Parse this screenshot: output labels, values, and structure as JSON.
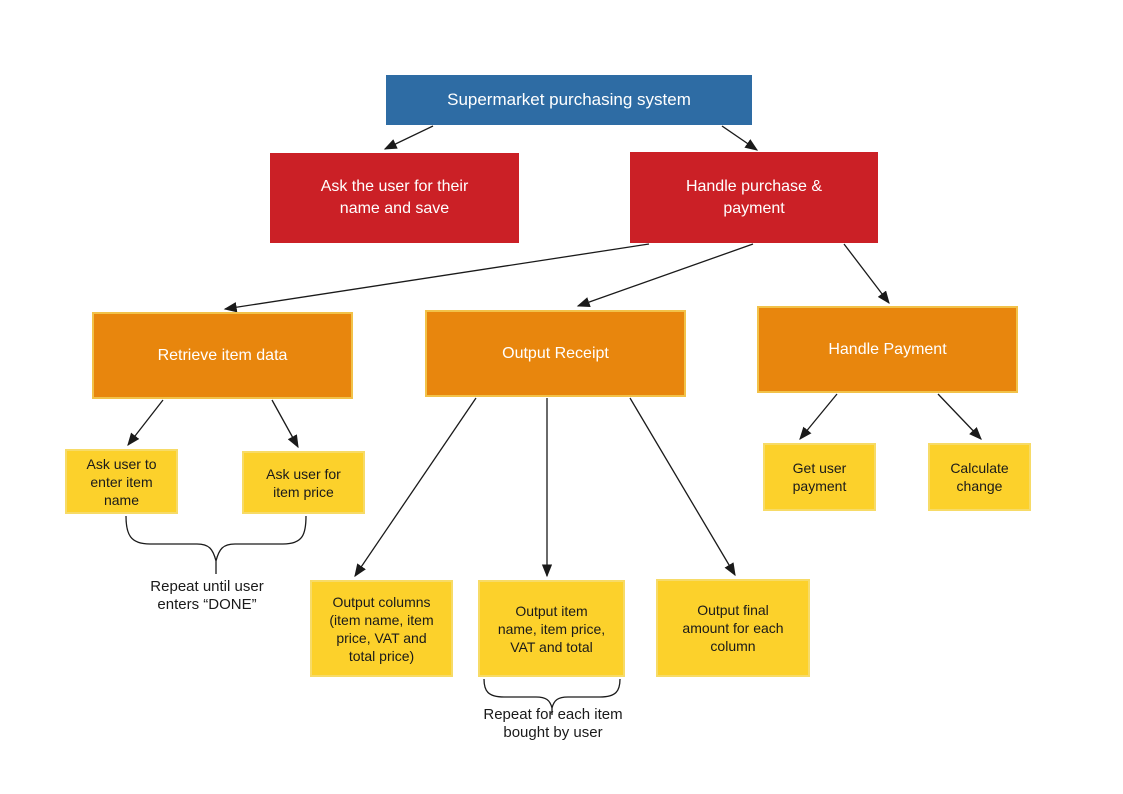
{
  "diagram": {
    "nodes": {
      "root": {
        "label": "Supermarket purchasing system",
        "color": "#2E6CA4"
      },
      "ask_name": {
        "label": "Ask the user for their\nname and save",
        "color": "#CB2026"
      },
      "handle_purchase": {
        "label": "Handle purchase &\npayment",
        "color": "#CB2026"
      },
      "retrieve_item_data": {
        "label": "Retrieve item data",
        "color": "#E8860D"
      },
      "output_receipt": {
        "label": "Output Receipt",
        "color": "#E8860D"
      },
      "handle_payment": {
        "label": "Handle Payment",
        "color": "#E8860D"
      },
      "ask_item_name": {
        "label": "Ask user to\nenter item\nname",
        "color": "#FCD12B"
      },
      "ask_item_price": {
        "label": "Ask user for\nitem price",
        "color": "#FCD12B"
      },
      "output_columns": {
        "label": "Output columns\n(item name, item\nprice, VAT and\ntotal price)",
        "color": "#FCD12B"
      },
      "output_item": {
        "label": "Output item\nname, item price,\nVAT and total",
        "color": "#FCD12B"
      },
      "output_final": {
        "label": "Output final\namount for each\ncolumn",
        "color": "#FCD12B"
      },
      "get_user_payment": {
        "label": "Get user\npayment",
        "color": "#FCD12B"
      },
      "calculate_change": {
        "label": "Calculate\nchange",
        "color": "#FCD12B"
      }
    },
    "annotations": {
      "repeat_done": {
        "label": "Repeat until user\nenters “DONE”"
      },
      "repeat_items": {
        "label": "Repeat for each item\nbought by user"
      }
    },
    "colors": {
      "level1": "#2E6CA4",
      "level2": "#CB2026",
      "level3": "#E8860D",
      "level3_border": "#F2C249",
      "level4": "#FCD12B",
      "level4_border": "#F7DB67",
      "connector": "#1A1A1A",
      "text_light": "#FFFFFF",
      "text_dark": "#1A1A1A",
      "background": "#FFFFFF"
    }
  }
}
